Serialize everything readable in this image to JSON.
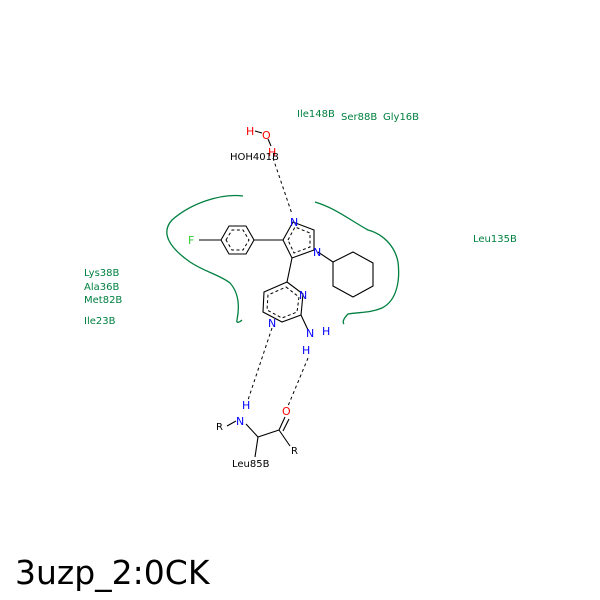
{
  "title": "3uzp_2:0CK",
  "residues": {
    "ile148": "Ile148B",
    "ser88": "Ser88B",
    "gly16": "Gly16B",
    "leu135": "Leu135B",
    "lys38": "Lys38B",
    "ala36": "Ala36B",
    "met82": "Met82B",
    "ile23": "Ile23B"
  },
  "water": {
    "name": "HOH401B",
    "h1": "H",
    "o": "O",
    "h2": "H"
  },
  "ligand": {
    "f": "F",
    "n_imid1": "N",
    "n_imid2": "N",
    "n_pyr1": "N",
    "n_pyr2": "N",
    "n_amine": "N",
    "h_amine1": "H",
    "h_amine2": "H"
  },
  "backbone": {
    "residue": "Leu85B",
    "n": "N",
    "h": "H",
    "o": "O",
    "r1": "R",
    "r2": "R"
  },
  "colors": {
    "residue": "#008040",
    "nitrogen": "#0000ff",
    "oxygen": "#ff0000",
    "fluorine": "#33cc33",
    "bond": "#000000"
  }
}
